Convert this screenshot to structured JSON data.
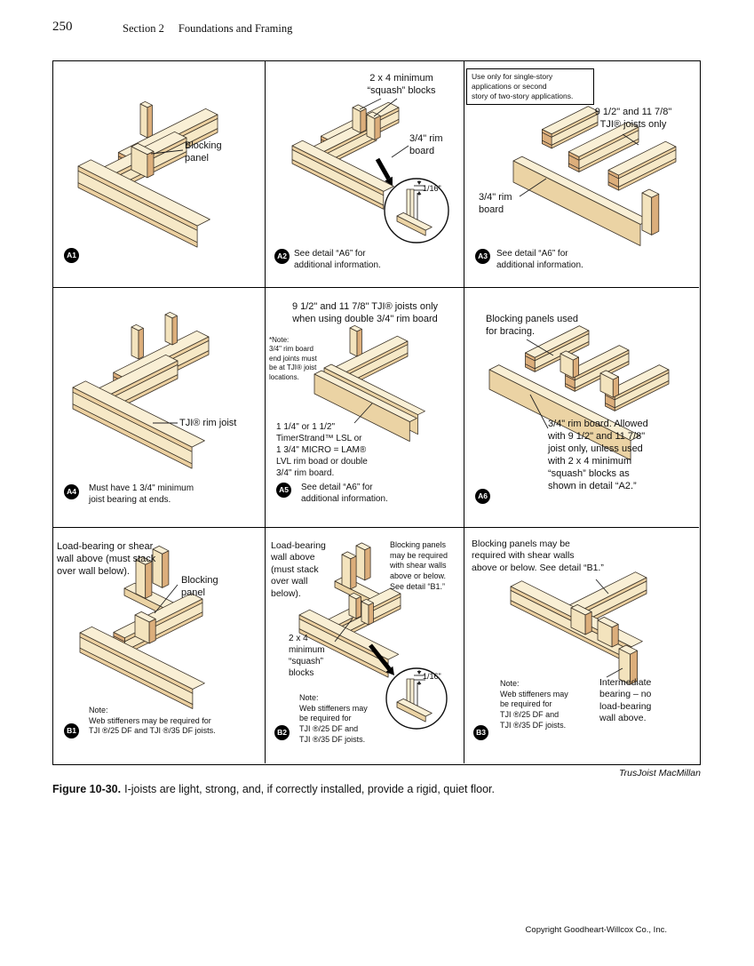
{
  "page": {
    "number": "250",
    "section_label": "Section 2",
    "section_title": "Foundations and Framing",
    "credit": "TrusJoist MacMillan",
    "figure_label": "Figure 10-30.",
    "figure_caption": "I-joists are light, strong, and, if correctly installed, provide a rigid, quiet floor.",
    "copyright": "Copyright Goodheart-Willcox Co., Inc."
  },
  "panels": {
    "a1": {
      "badge": "A1",
      "blocking_label": "Blocking\npanel"
    },
    "a2": {
      "badge": "A2",
      "squash_label": "2 x 4 minimum\n“squash” blocks",
      "rim_label": "3/4\" rim\nboard",
      "gap_label": "1/16\"",
      "note": "See detail “A6” for\nadditional information."
    },
    "a3": {
      "badge": "A3",
      "box_note": "Use only for single-story\napplications or second\nstory of two-story applications.",
      "joist_label": "9 1/2\" and 11 7/8\"\nTJI® joists only",
      "rim_label": "3/4\" rim\nboard",
      "note": "See detail “A6” for\nadditional information."
    },
    "a4": {
      "badge": "A4",
      "rim_label": "TJI® rim joist",
      "note": "Must have 1 3/4\" minimum\njoist bearing at ends."
    },
    "a5": {
      "badge": "A5",
      "top_label": "9 1/2\" and 11 7/8\" TJI® joists only\nwhen using double 3/4\" rim board",
      "side_note": "*Note:\n3/4\" rim board\nend joints must\nbe at TJI® joist\nlocations.",
      "rim_label": "1 1/4\" or 1 1/2\"\nTimerStrand™ LSL or\n1 3/4\" MICRO = LAM®\nLVL rim boad or double\n3/4\" rim board.",
      "note": "See detail “A6” for\nadditional information."
    },
    "a6": {
      "badge": "A6",
      "top_label": "Blocking panels used\nfor bracing.",
      "rim_note": "3/4\" rim board. Allowed\nwith 9 1/2\" and 11 7/8\"\njoist only, unless used\nwith 2 x 4 minimum\n“squash” blocks as\nshown in detail “A2.”"
    },
    "b1": {
      "badge": "B1",
      "wall_label": "Load-bearing or shear\nwall above (must stack\nover wall below).",
      "blocking_label": "Blocking\npanel",
      "note": "Note:\nWeb stiffeners may be required for\nTJI ®/25 DF and TJI ®/35 DF joists."
    },
    "b2": {
      "badge": "B2",
      "wall_label": "Load-bearing\nwall above\n(must stack\nover wall\nbelow).",
      "side_note": "Blocking panels\nmay be required\nwith shear walls\nabove or below.\nSee detail “B1.”",
      "squash_label": "2 x 4\nminimum\n“squash”\nblocks",
      "gap_label": "1/16\"",
      "note": "Note:\nWeb stiffeners may\nbe required for\nTJI ®/25 DF and\nTJI ®/35 DF joists."
    },
    "b3": {
      "badge": "B3",
      "top_label": "Blocking panels may be\nrequired with shear walls\nabove or below. See detail “B1.”",
      "note": "Note:\nWeb stiffeners may\nbe required for\nTJI ®/25 DF and\nTJI ®/35 DF joists.",
      "bearing_label": "Intermediate\nbearing – no\nload-bearing\nwall above."
    }
  }
}
